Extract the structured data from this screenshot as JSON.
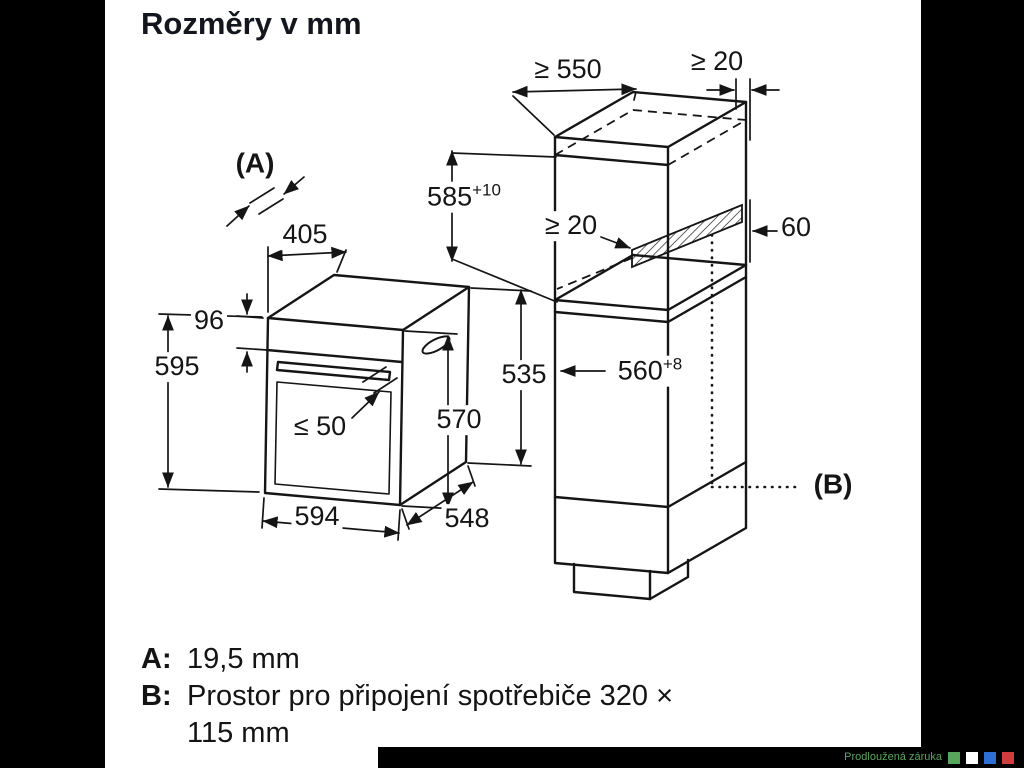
{
  "title": "Rozměry v mm",
  "oven": {
    "marker_a": "(A)",
    "dim_405": "405",
    "dim_96": "96",
    "dim_595": "595",
    "dim_50": "≤ 50",
    "dim_570": "570",
    "dim_535": "535",
    "dim_594": "594",
    "dim_548": "548"
  },
  "cabinet": {
    "marker_b": "(B)",
    "dim_550": "≥ 550",
    "dim_20_top": "≥ 20",
    "dim_585_base": "585",
    "dim_585_sup": "+10",
    "dim_20_inner": "≥ 20",
    "dim_60": "60",
    "dim_560_base": "560",
    "dim_560_sup": "+8"
  },
  "notes": {
    "a_key": "A:",
    "a_value": "19,5 mm",
    "b_key": "B:",
    "b_value_line1": "Prostor pro připojení spotřebiče 320 ×",
    "b_value_line2": "115 mm"
  },
  "footer": {
    "watermark_text": "Prodloužená záruka",
    "mark_colors": [
      "#58a65c",
      "#ffffff",
      "#2d6fd2",
      "#d23c3c"
    ]
  },
  "colors": {
    "line": "#151515",
    "background": "#ffffff",
    "letterbox": "#000000"
  }
}
